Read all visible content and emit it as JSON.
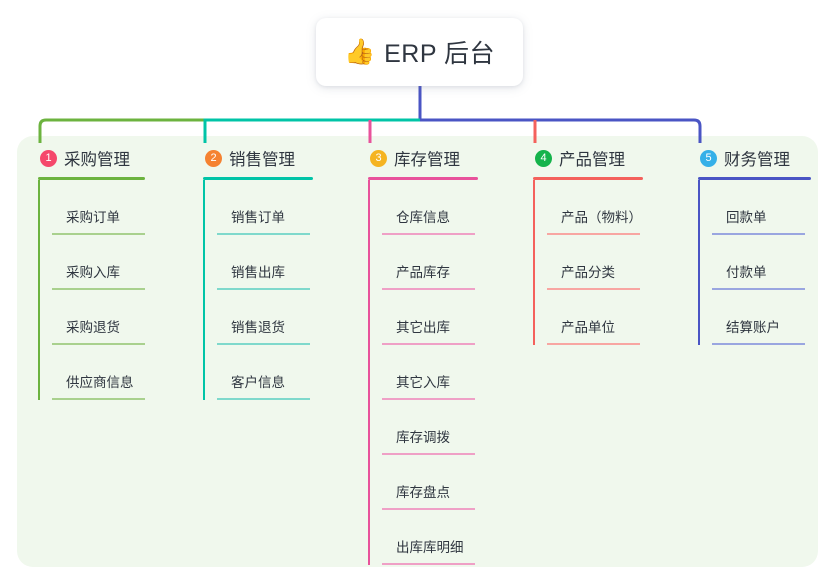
{
  "root": {
    "icon": "thumbs-up-emoji",
    "icon_glyph": "👍",
    "title": "ERP 后台"
  },
  "colors": {
    "panel_background": "#f0f8ed",
    "page_background": "#ffffff",
    "text": "#2f3640",
    "root_trunk": "#4a55c4",
    "bus_left": "#6cb33f",
    "bus_mid": "#00c4a7",
    "bus_right": "#5059c9"
  },
  "branches": [
    {
      "number": "1",
      "title": "采购管理",
      "badge_color": "#f5486b",
      "line_color": "#6cb33f",
      "leaf_line_color": "#a9d18e",
      "connector_color": "#6cb33f",
      "leaves": [
        "采购订单",
        "采购入库",
        "采购退货",
        "供应商信息"
      ]
    },
    {
      "number": "2",
      "title": "销售管理",
      "badge_color": "#f58231",
      "line_color": "#00c4a7",
      "leaf_line_color": "#7fd9cc",
      "connector_color": "#00c4a7",
      "leaves": [
        "销售订单",
        "销售出库",
        "销售退货",
        "客户信息"
      ]
    },
    {
      "number": "3",
      "title": "库存管理",
      "badge_color": "#f5b421",
      "line_color": "#e8529b",
      "leaf_line_color": "#efa0c6",
      "connector_color": "#e8529b",
      "leaves": [
        "仓库信息",
        "产品库存",
        "其它出库",
        "其它入库",
        "库存调拨",
        "库存盘点",
        "出库库明细"
      ]
    },
    {
      "number": "4",
      "title": "产品管理",
      "badge_color": "#15b34b",
      "line_color": "#f4615c",
      "leaf_line_color": "#f8a6a2",
      "connector_color": "#f4615c",
      "leaves": [
        "产品（物料）",
        "产品分类",
        "产品单位"
      ]
    },
    {
      "number": "5",
      "title": "财务管理",
      "badge_color": "#35b0e8",
      "line_color": "#4a55c4",
      "leaf_line_color": "#9aa6e0",
      "connector_color": "#4a55c4",
      "leaves": [
        "回款单",
        "付款单",
        "结算账户"
      ]
    }
  ]
}
